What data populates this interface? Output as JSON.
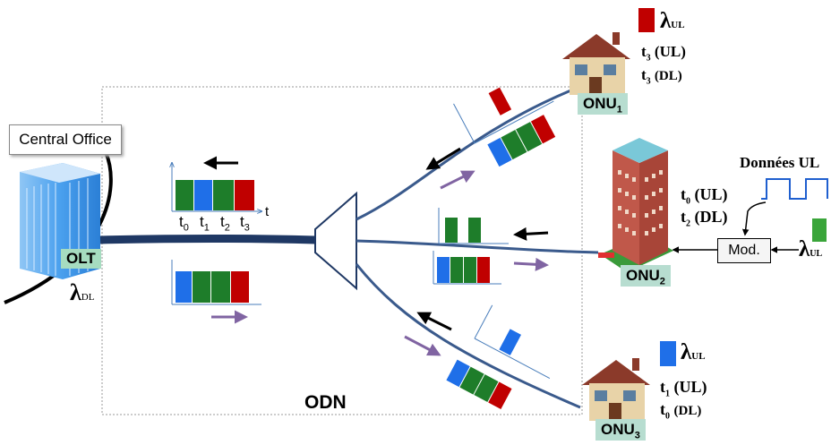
{
  "labels": {
    "central_office": "Central Office",
    "olt": "OLT",
    "odn": "ODN",
    "mod": "Mod.",
    "donnees_ul": "Données UL",
    "lambda": "λ",
    "sub_dl": "DL",
    "sub_ul": "UL"
  },
  "onus": [
    {
      "name": "ONU",
      "index": "1"
    },
    {
      "name": "ONU",
      "index": "2"
    },
    {
      "name": "ONU",
      "index": "3"
    }
  ],
  "times": {
    "onu1_a": "t",
    "onu1_a_sub": "3",
    "onu1_a_tag": "(UL)",
    "onu1_b": "t",
    "onu1_b_sub": "3",
    "onu1_b_tag": "(DL)",
    "onu2_a": "t",
    "onu2_a_sub": "0",
    "onu2_a_tag": "(UL)",
    "onu2_b": "t",
    "onu2_b_sub": "2",
    "onu2_b_tag": "(DL)",
    "onu3_a": "t",
    "onu3_a_sub": "1",
    "onu3_a_tag": "(UL)",
    "onu3_b": "t",
    "onu3_b_sub": "0",
    "onu3_b_tag": "(DL)"
  },
  "axis": {
    "t_axis": "t",
    "ticks": [
      "t",
      "t",
      "t",
      "t"
    ],
    "tick_subs": [
      "0",
      "1",
      "2",
      "3"
    ]
  },
  "colors": {
    "red": "#c00000",
    "green": "#1e7d2a",
    "blue": "#1f6fe8",
    "fiber": "#1f3864",
    "arrow_purple": "#8064a2",
    "onu_label_bg": "#b7ddd0"
  }
}
